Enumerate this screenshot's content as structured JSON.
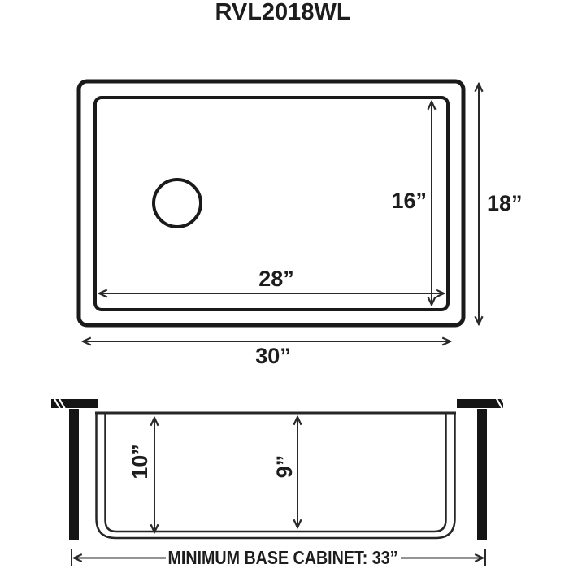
{
  "title": "RVL2018WL",
  "colors": {
    "ink": "#1d1d1d",
    "line": "#2a2a2a",
    "background": "#ffffff"
  },
  "top_view": {
    "bowl_length_label": "28”",
    "bowl_width_label": "16”",
    "overall_length_label": "30”",
    "overall_depth_label": "18”"
  },
  "section_view": {
    "exterior_height_label": "10”",
    "bowl_depth_label": "9”",
    "base_cabinet_label": "MINIMUM BASE CABINET: 33”"
  }
}
